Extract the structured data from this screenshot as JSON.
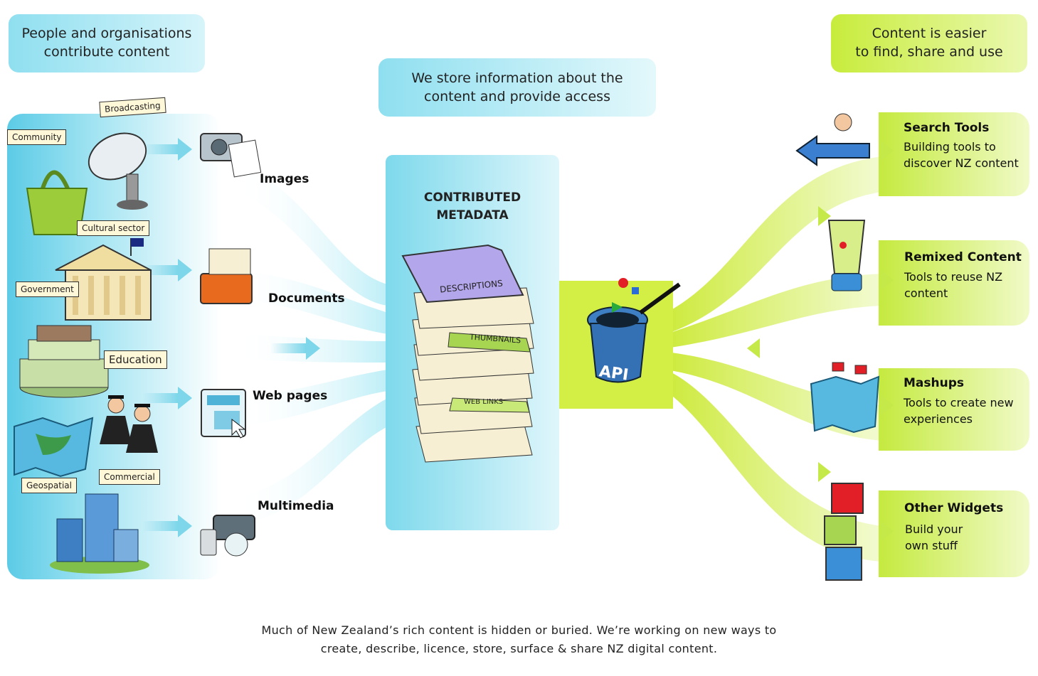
{
  "bubbles": {
    "left_line1": "People and organisations",
    "left_line2": "contribute content",
    "mid_line1": "We store information about the",
    "mid_line2": "content and provide access",
    "right_line1": "Content is easier",
    "right_line2": "to find, share and use"
  },
  "contributors": [
    {
      "label": "Broadcasting"
    },
    {
      "label": "Community"
    },
    {
      "label": "Cultural sector"
    },
    {
      "label": "Government"
    },
    {
      "label": "Education"
    },
    {
      "label": "Geospatial"
    },
    {
      "label": "Commercial"
    }
  ],
  "content_types": [
    {
      "label": "Images"
    },
    {
      "label": "Documents"
    },
    {
      "label": "Web pages"
    },
    {
      "label": "Multimedia"
    }
  ],
  "store": {
    "title_line1": "CONTRIBUTED",
    "title_line2": "METADATA",
    "sheets": [
      "DESCRIPTIONS",
      "THUMBNAILS",
      "WEB LINKS"
    ]
  },
  "api": {
    "label": "API"
  },
  "outputs": [
    {
      "title": "Search Tools",
      "desc_line1": "Building tools to",
      "desc_line2": "discover NZ content"
    },
    {
      "title": "Remixed Content",
      "desc_line1": "Tools to reuse NZ",
      "desc_line2": "content"
    },
    {
      "title": "Mashups",
      "desc_line1": "Tools to create new",
      "desc_line2": "experiences"
    },
    {
      "title": "Other Widgets",
      "desc_line1": "Build your",
      "desc_line2": "own stuff"
    }
  ],
  "footer": {
    "line1": "Much of New Zealand’s rich content is hidden or buried. We’re working on new ways to",
    "line2": "create, describe, licence, store, surface & share NZ digital content."
  },
  "colors": {
    "blue": "#7dd6ea",
    "green": "#c6e94a",
    "purple": "#b3a6ea",
    "sheet": "#f6efd3"
  }
}
